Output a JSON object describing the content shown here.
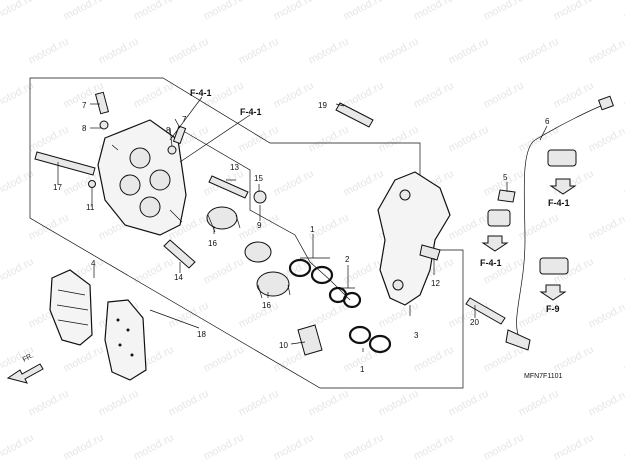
{
  "watermark": "motod.ru",
  "diagram_code": "MFN7F1101",
  "front_indicator": "FR.",
  "refs": {
    "f41_top": "F-4-1",
    "f41_mid": "F-4-1",
    "f41_right": "F-4-1",
    "f41_lower": "F-4-1",
    "f9": "F-9"
  },
  "callouts": {
    "c1a": "1",
    "c1b": "1",
    "c2": "2",
    "c3": "3",
    "c4": "4",
    "c5": "5",
    "c6": "6",
    "c7a": "7",
    "c7b": "7",
    "c8a": "8",
    "c8b": "8",
    "c9": "9",
    "c10": "10",
    "c11": "11",
    "c12": "12",
    "c13": "13",
    "c14": "14",
    "c15": "15",
    "c16a": "16",
    "c16b": "16",
    "c17": "17",
    "c18": "18",
    "c19": "19",
    "c20": "20"
  }
}
